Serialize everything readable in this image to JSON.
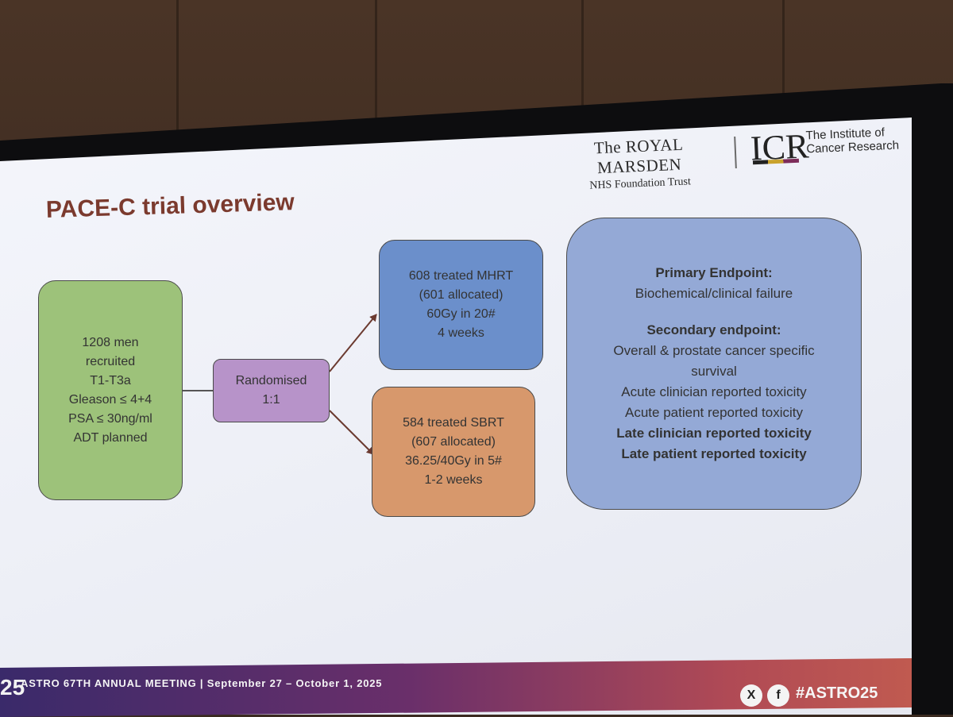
{
  "header": {
    "royal_marsden_name": "The ROYAL MARSDEN",
    "royal_marsden_trust": "NHS Foundation Trust",
    "icr_abbrev": "ICR",
    "icr_name_line1": "The Institute of",
    "icr_name_line2": "Cancer Research"
  },
  "slide": {
    "title": "PACE-C trial overview",
    "recruitment_box": [
      "1208 men",
      "recruited",
      "T1-T3a",
      "Gleason ≤ 4+4",
      "PSA ≤ 30ng/ml",
      "ADT planned"
    ],
    "randomisation_box": [
      "Randomised",
      "1:1"
    ],
    "mhrt_box": [
      "608 treated MHRT",
      "(601 allocated)",
      "60Gy in 20#",
      "4 weeks"
    ],
    "sbrt_box": [
      "584 treated SBRT",
      "(607 allocated)",
      "36.25/40Gy in 5#",
      "1-2 weeks"
    ],
    "endpoints": {
      "primary_heading": "Primary Endpoint:",
      "primary_text": "Biochemical/clinical failure",
      "secondary_heading": "Secondary endpoint:",
      "secondary_items": [
        "Overall & prostate cancer specific",
        "survival",
        "Acute clinician reported toxicity",
        "Acute patient reported toxicity"
      ],
      "secondary_items_bold": [
        "Late clinician reported toxicity",
        "Late patient reported toxicity"
      ]
    }
  },
  "footer": {
    "mark": "25",
    "meeting": "ASTRO 67TH ANNUAL MEETING | September 27 – October 1, 2025",
    "x_icon_glyph": "X",
    "facebook_icon_glyph": "f",
    "hashtag": "#ASTRO25"
  },
  "colors": {
    "title": "#7b3a2e",
    "recruitment": "#9dc27a",
    "randomisation": "#b793c9",
    "mhrt": "#6b8fcb",
    "sbrt": "#d7986c",
    "endpoints": "#94a9d6"
  }
}
